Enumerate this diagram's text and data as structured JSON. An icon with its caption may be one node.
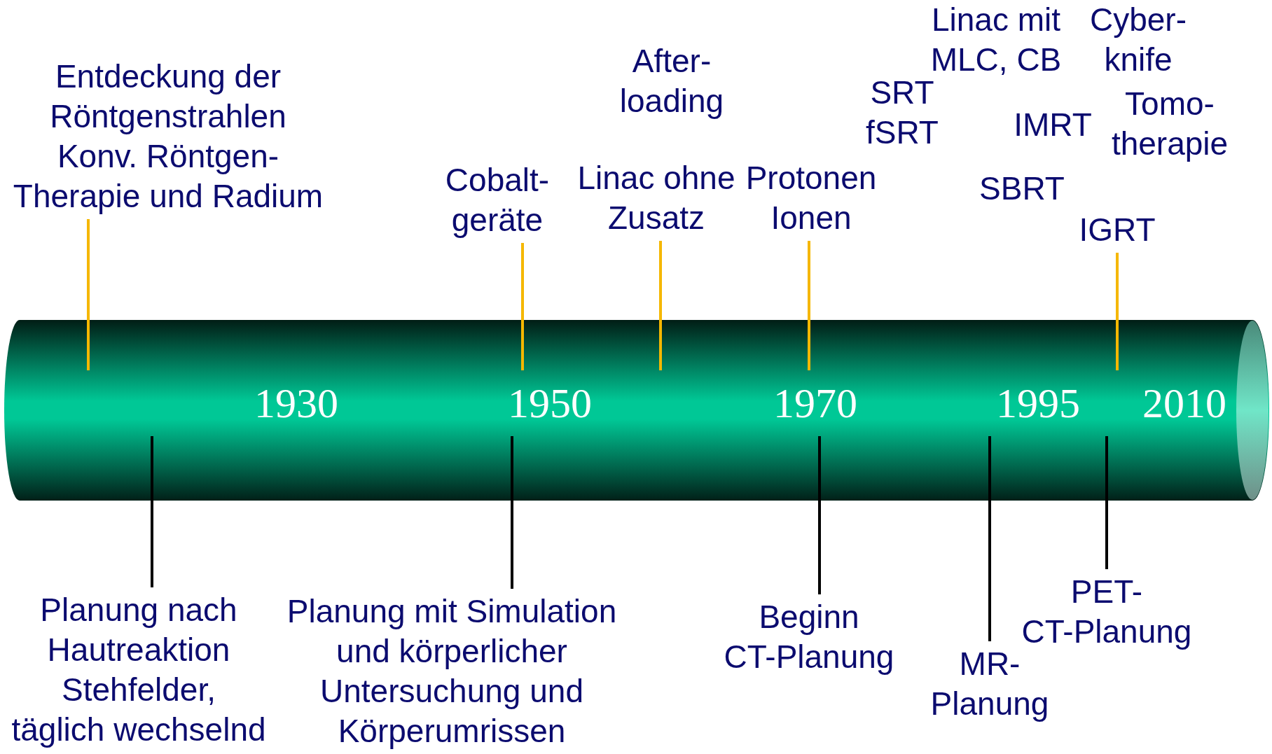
{
  "diagram": {
    "nodes": [
      {
        "text": [
          "Entdeckung der Röntgenstrahlen",
          "Konv. Röntgen-Therapie und Radium"
        ]
      },
      {
        "text": [
          "Cobalt-geräte"
        ]
      },
      {
        "text": [
          "Linac ohne Zusatz"
        ]
      },
      {
        "text": [
          "Protonen Ionen"
        ]
      },
      {
        "text": [
          "IGRT"
        ]
      },
      {
        "text": [],
        "shape": "cylinder"
      },
      {
        "text": [
          "Planung nach Hautreaktion Stehfelder, täglich wechselnd"
        ]
      },
      {
        "text": [
          "Planung mit Simulation und körperlicher Untersuchung und Körperumrissen"
        ]
      },
      {
        "text": [
          "Beginn CT-Planung"
        ]
      },
      {
        "text": [
          "MR-Planung"
        ]
      },
      {
        "text": [
          "PET-CT-Planung"
        ]
      }
    ],
    "edges": [
      {
        "from": 0,
        "to": 5,
        "arrow": "none",
        "color": "#f5b700"
      },
      {
        "from": 1,
        "to": 5,
        "arrow": "none",
        "color": "#f5b700"
      },
      {
        "from": 2,
        "to": 5,
        "arrow": "none",
        "color": "#f5b700"
      },
      {
        "from": 3,
        "to": 5,
        "arrow": "none",
        "color": "#f5b700"
      },
      {
        "from": 4,
        "to": 5,
        "arrow": "none",
        "color": "#f5b700"
      },
      {
        "from": 6,
        "to": 5,
        "arrow": "none",
        "color": "#000000"
      },
      {
        "from": 7,
        "to": 5,
        "arrow": "none",
        "color": "#000000"
      },
      {
        "from": 8,
        "to": 5,
        "arrow": "none",
        "color": "#000000"
      },
      {
        "from": 9,
        "to": 5,
        "arrow": "none",
        "color": "#000000"
      },
      {
        "from": 10,
        "to": 5,
        "arrow": "none",
        "color": "#000000"
      }
    ],
    "labels": [
      "Linac mit MLC, CB",
      "Cyber-knife",
      "After-loading",
      "SRT fSRT",
      "Tomo-therapie",
      "IMRT",
      "SBRT",
      "1930",
      "1950",
      "1970",
      "1995",
      "2010"
    ]
  }
}
